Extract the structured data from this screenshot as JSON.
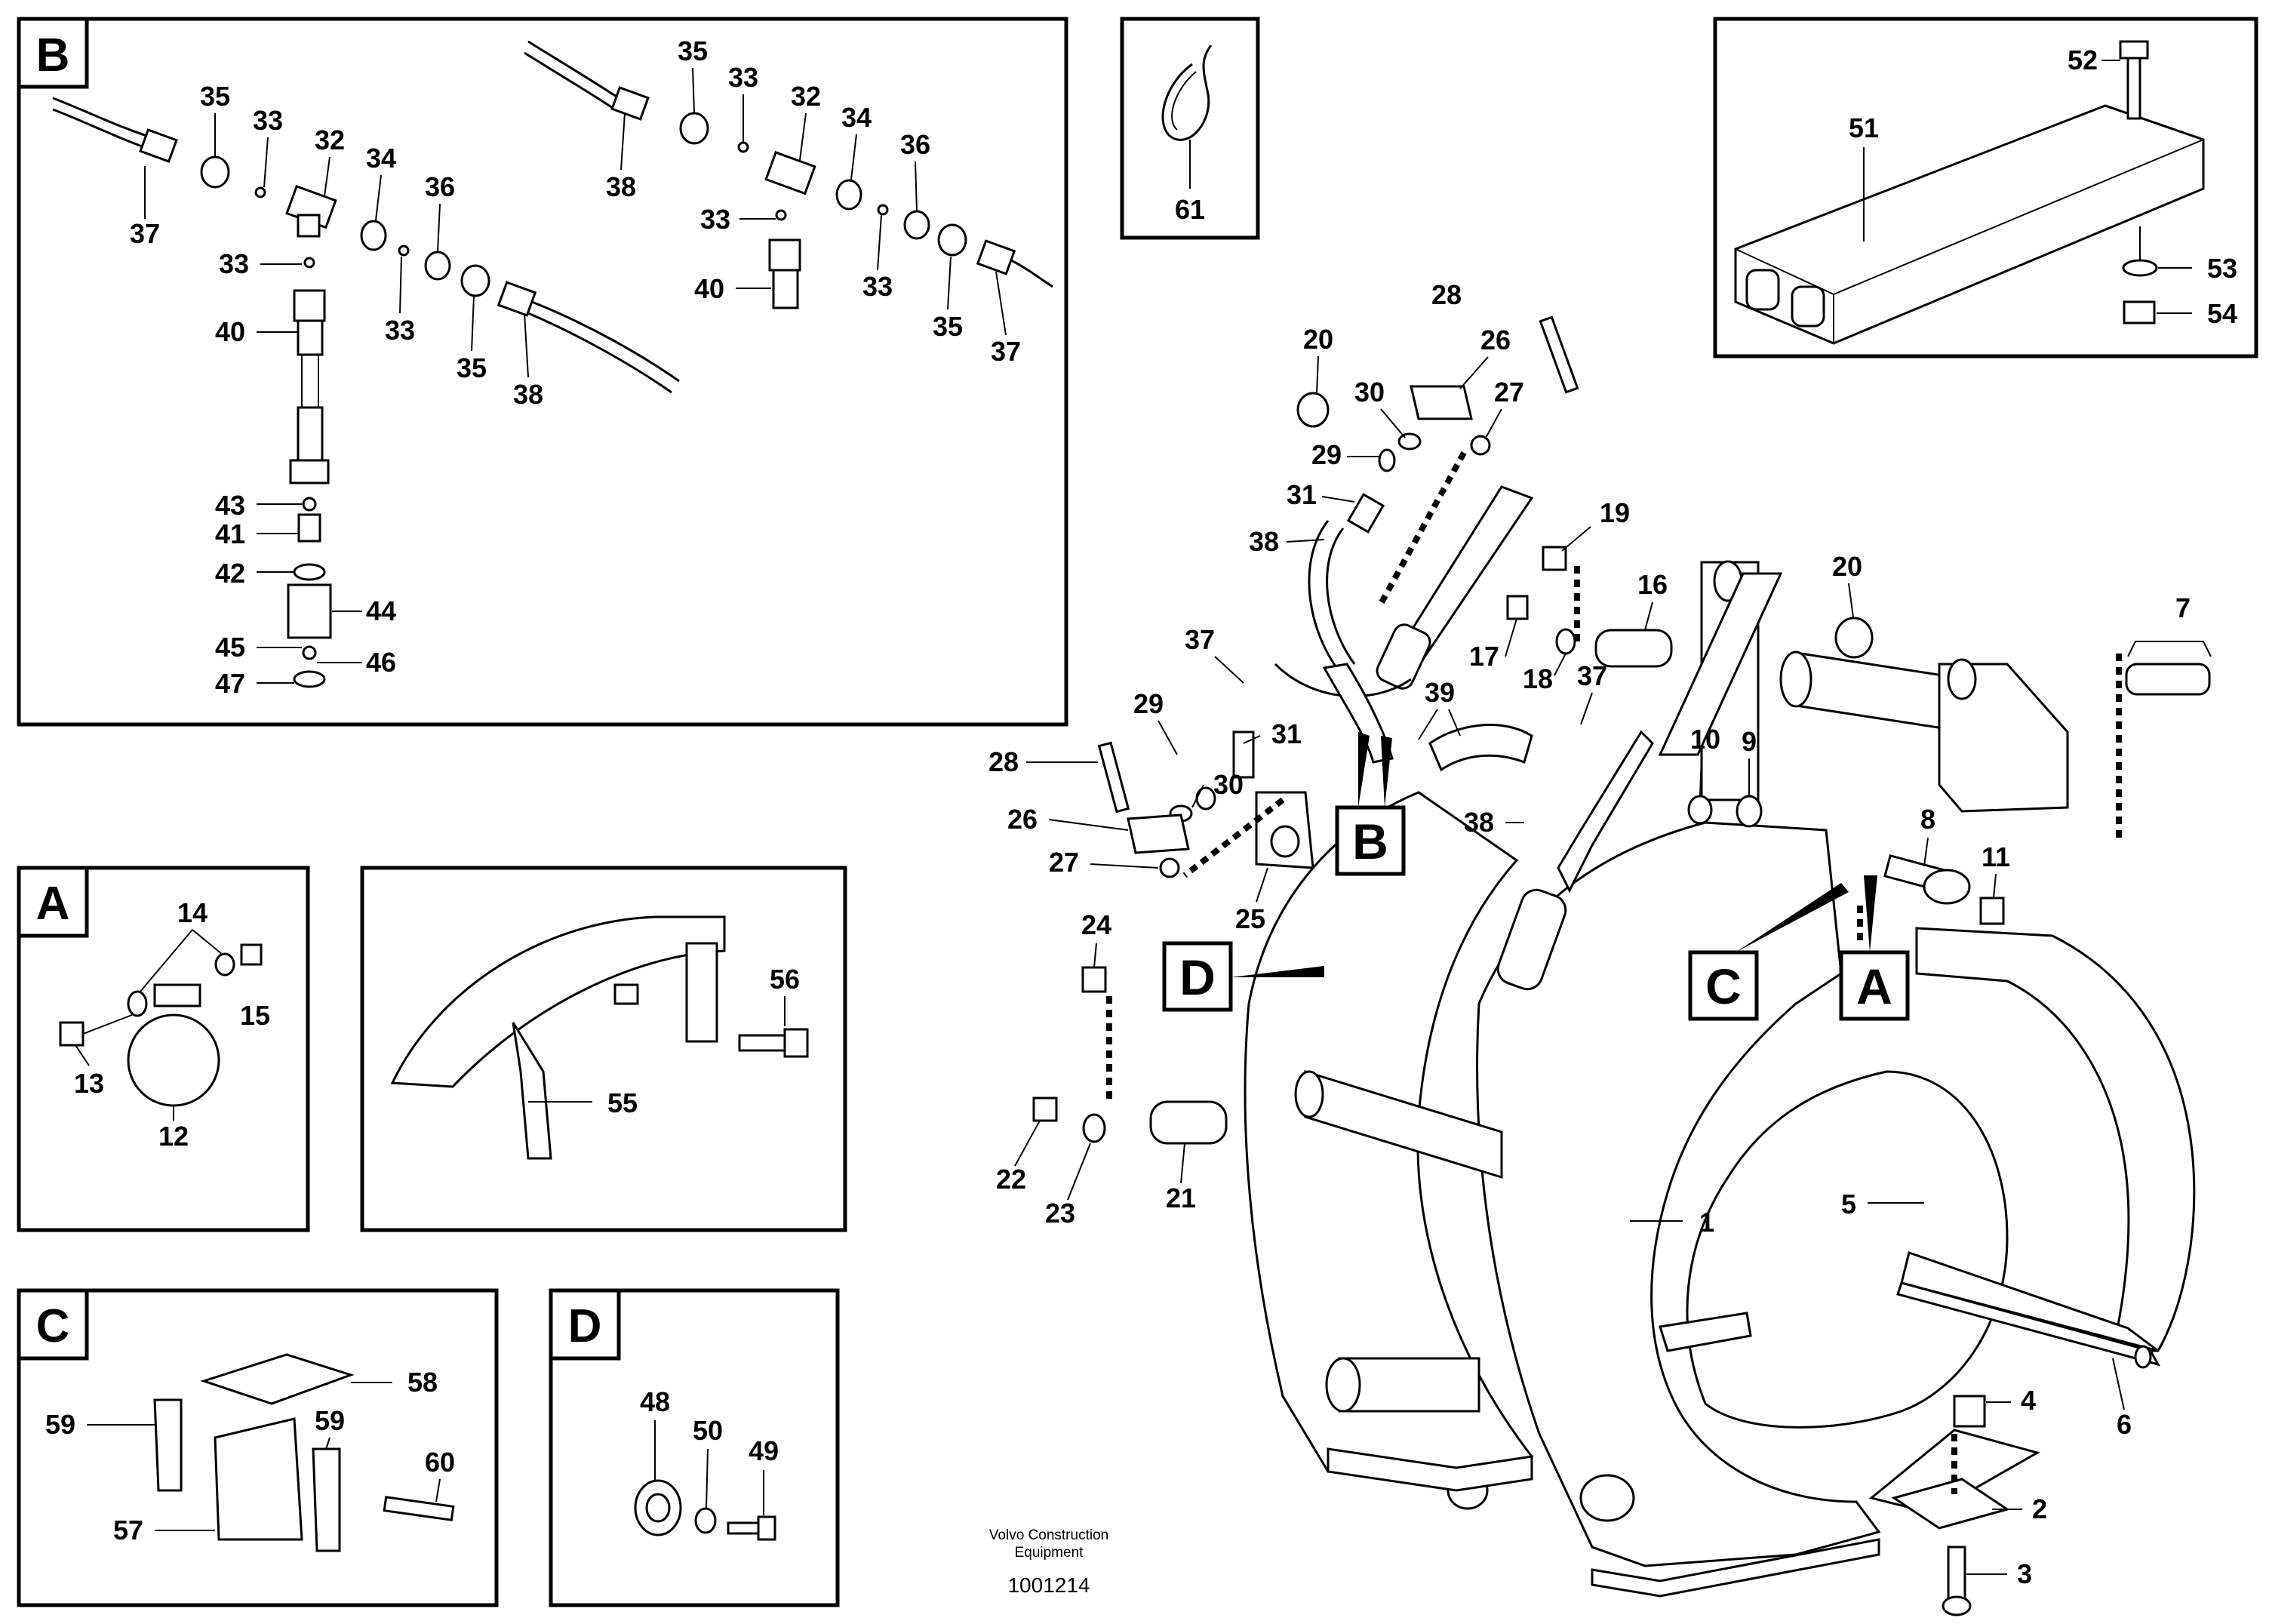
{
  "footer": {
    "company_line1": "Volvo Construction",
    "company_line2": "Equipment",
    "document_number": "1001214"
  },
  "insets": {
    "B": {
      "letter": "B"
    },
    "A": {
      "letter": "A"
    },
    "C": {
      "letter": "C"
    },
    "D": {
      "letter": "D"
    }
  },
  "tags": {
    "B": "B",
    "D": "D",
    "C": "C",
    "A": "A"
  },
  "inset_b_labels": {
    "l37a": "37",
    "l35a": "35",
    "l33a": "33",
    "l32a": "32",
    "l34a": "34",
    "l36a": "36",
    "l33b": "33",
    "l33c": "33",
    "l35b": "35",
    "l38a": "38",
    "l40a": "40",
    "l43": "43",
    "l41": "41",
    "l42": "42",
    "l44": "44",
    "l45": "45",
    "l46": "46",
    "l47": "47",
    "l35c": "35",
    "l33d": "33",
    "l32b": "32",
    "l34b": "34",
    "l36b": "36",
    "l38b": "38",
    "l33e": "33",
    "l40b": "40",
    "l33f": "33",
    "l35d": "35",
    "l37b": "37"
  },
  "inset_61_label": "61",
  "inset_top_right_labels": {
    "l52": "52",
    "l51": "51",
    "l53": "53",
    "l54": "54"
  },
  "inset_a_labels": {
    "l14": "14",
    "l15": "15",
    "l13": "13",
    "l12": "12"
  },
  "inset_55_labels": {
    "l56": "56",
    "l55": "55"
  },
  "inset_c_labels": {
    "l58": "58",
    "l59a": "59",
    "l59b": "59",
    "l60": "60",
    "l57": "57"
  },
  "inset_d_labels": {
    "l48": "48",
    "l50": "50",
    "l49": "49"
  },
  "main_labels": {
    "l28a": "28",
    "l20a": "20",
    "l26a": "26",
    "l30a": "30",
    "l27a": "27",
    "l29a": "29",
    "l31a": "31",
    "l38": "38",
    "l19": "19",
    "l20b": "20",
    "l16": "16",
    "l17": "17",
    "l18": "18",
    "l37a": "37",
    "l37b": "37",
    "l39": "39",
    "l29b": "29",
    "l31b": "31",
    "l28b": "28",
    "l30b": "30",
    "l26b": "26",
    "l27b": "27",
    "l25": "25",
    "l38b": "38",
    "l10": "10",
    "l9": "9",
    "l8": "8",
    "l11": "11",
    "l7": "7",
    "l24": "24",
    "l22": "22",
    "l23": "23",
    "l21": "21",
    "l1": "1",
    "l5": "5",
    "l4": "4",
    "l2": "2",
    "l3": "3",
    "l6": "6"
  }
}
